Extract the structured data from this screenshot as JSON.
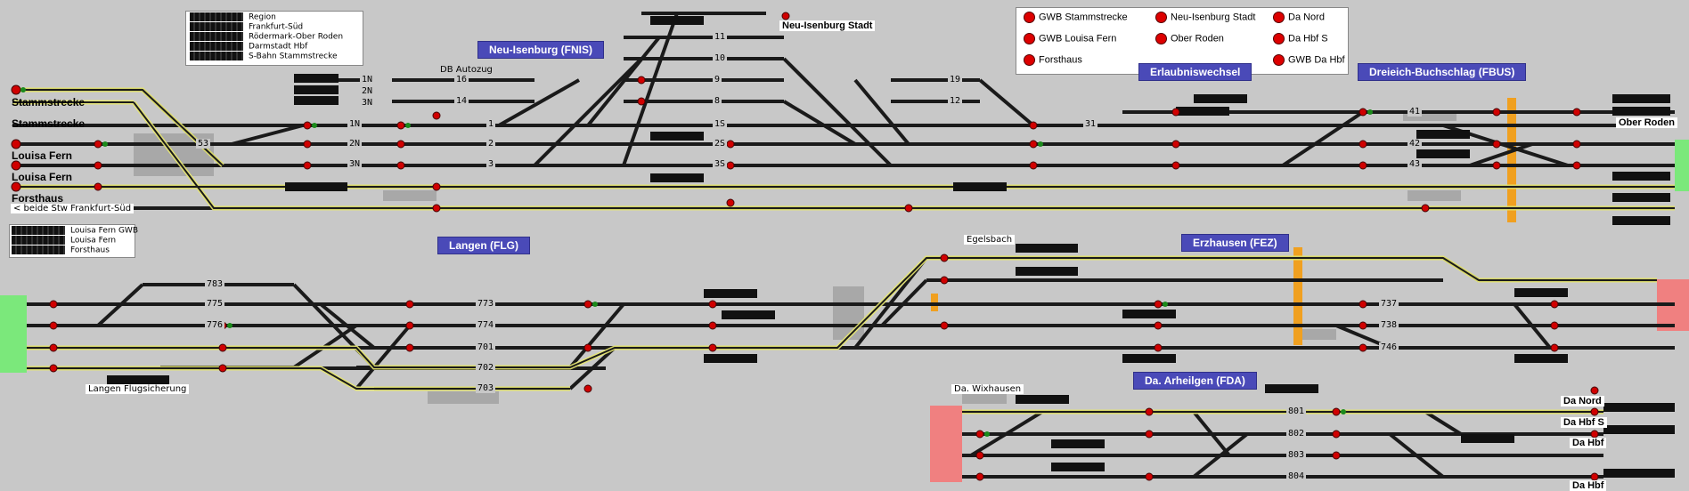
{
  "legend_top": {
    "rows": [
      "Region",
      "Frankfurt-Süd",
      "Rödermark-Ober Roden",
      "Darmstadt Hbf",
      "S-Bahn Stammstrecke"
    ]
  },
  "legend_left": {
    "rows": [
      "Louisa Fern GWB",
      "Louisa Fern",
      "Forsthaus"
    ]
  },
  "legend_signals": {
    "items": [
      "GWB Stammstrecke",
      "Neu-Isenburg Stadt",
      "Da Nord",
      "GWB Louisa Fern",
      "Ober Roden",
      "Da Hbf S",
      "Forsthaus",
      "GWB Da Hbf"
    ]
  },
  "stations": {
    "neu_isenburg": "Neu-Isenburg (FNIS)",
    "erlaubniswechsel": "Erlaubniswechsel",
    "dreieich": "Dreieich-Buchschlag (FBUS)",
    "langen": "Langen (FLG)",
    "erzhausen": "Erzhausen (FEZ)",
    "arheilgen": "Da. Arheilgen (FDA)"
  },
  "labels": {
    "neu_isenburg_stadt": "Neu-Isenburg Stadt",
    "db_autozug": "DB Autozug",
    "egelsbach": "Egelsbach",
    "da_wixhausen": "Da. Wixhausen",
    "langen_flug": "Langen Flugsicherung",
    "beide_stw": "< beide Stw Frankfurt-Süd"
  },
  "ends": {
    "stammstrecke_1": "Stammstrecke",
    "stammstrecke_2": "Stammstrecke",
    "louisa_fern_1": "Louisa Fern",
    "louisa_fern_2": "Louisa Fern",
    "forsthaus": "Forsthaus",
    "ober_roden": "Ober Roden",
    "da_nord": "Da Nord",
    "da_hbf_s": "Da Hbf S",
    "da_hbf_1": "Da Hbf",
    "da_hbf_2": "Da Hbf"
  },
  "tracks": {
    "g1N": "1N",
    "g2N": "2N",
    "g3N": "3N",
    "g53": "53",
    "g16": "16",
    "g14": "14",
    "g1": "1",
    "g2": "2",
    "g3": "3",
    "g11": "11",
    "g10": "10",
    "g9": "9",
    "g8": "8",
    "g1S": "1S",
    "g2S": "2S",
    "g3S": "3S",
    "g19": "19",
    "g12": "12",
    "g31": "31",
    "g41": "41",
    "g42": "42",
    "g43": "43",
    "g783": "783",
    "g775": "775",
    "g776": "776",
    "g773": "773",
    "g774": "774",
    "g701": "701",
    "g702": "702",
    "g703": "703",
    "g737": "737",
    "g738": "738",
    "g746": "746",
    "g801": "801",
    "g802": "802",
    "g803": "803",
    "g804": "804"
  },
  "colors": {
    "background": "#c8c8c8",
    "track": "#1a1a1a",
    "route_set": "#e8e870",
    "occupied_block": "#a8a8a8",
    "signal_red": "#d00000",
    "boundary_green": "#7be87b",
    "boundary_red": "#f08080",
    "station_badge": "#4a4ab8",
    "crossing_orange": "#f0a020"
  }
}
